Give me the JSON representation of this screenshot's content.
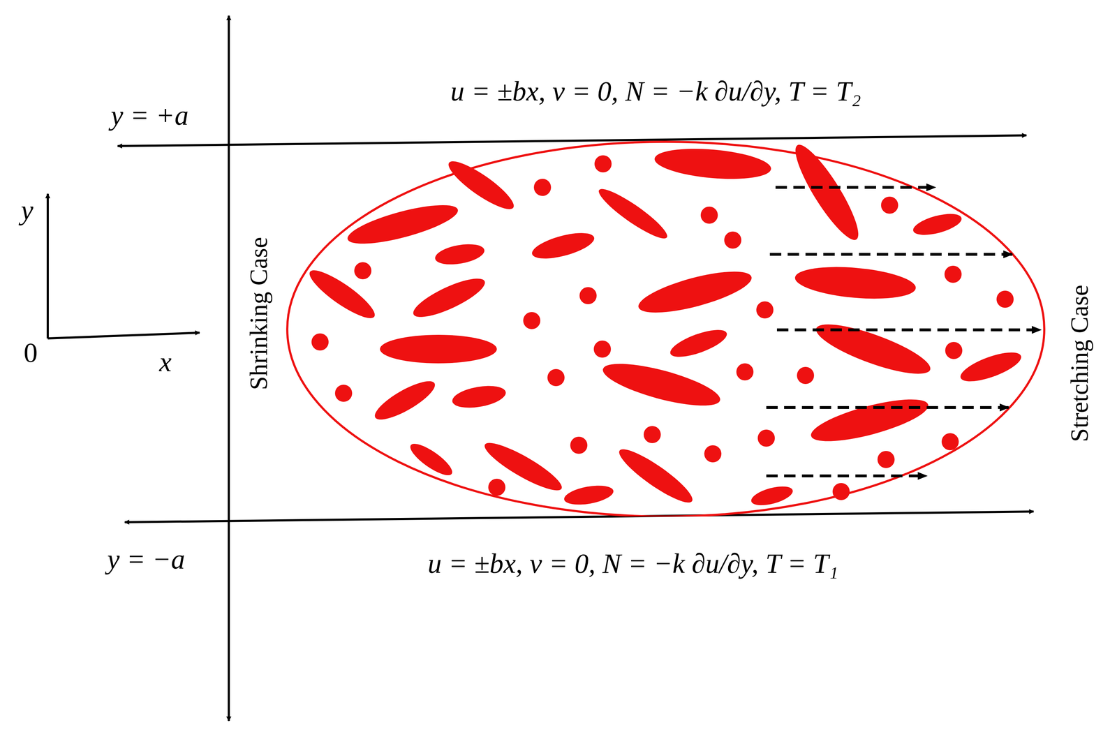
{
  "diagram": {
    "labels": [
      "u = ±bx, v = 0, N = −k ∂u/∂y, T = T₂",
      "y = +a",
      "y",
      "0",
      "x",
      "Shrinking Case",
      "Stretching Case",
      "y = −a",
      "u = ±bx, v = 0, N = −k ∂u/∂y, T = T₁"
    ]
  }
}
